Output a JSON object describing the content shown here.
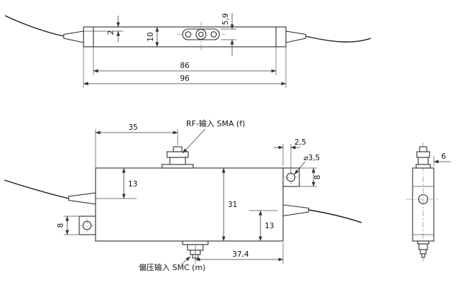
{
  "labels": {
    "rf_input": "RF-输入 SMA (f)",
    "bias_input": "偏压输入 SMC (m)"
  },
  "top_view": {
    "flange_height": "5,9",
    "edge_offset": "2",
    "body_height": "10",
    "inner_length": "86",
    "overall_length": "96"
  },
  "front_view": {
    "rf_offset": "35",
    "hole_offset": "2,5",
    "hole_dia": "⌀3,5",
    "tab_height_right": "8",
    "axis_from_top": "13",
    "body_height": "31",
    "axis_from_bottom": "13",
    "tab_height_left": "8",
    "smc_offset": "37,4"
  },
  "end_view": {
    "connector_width": "6"
  }
}
